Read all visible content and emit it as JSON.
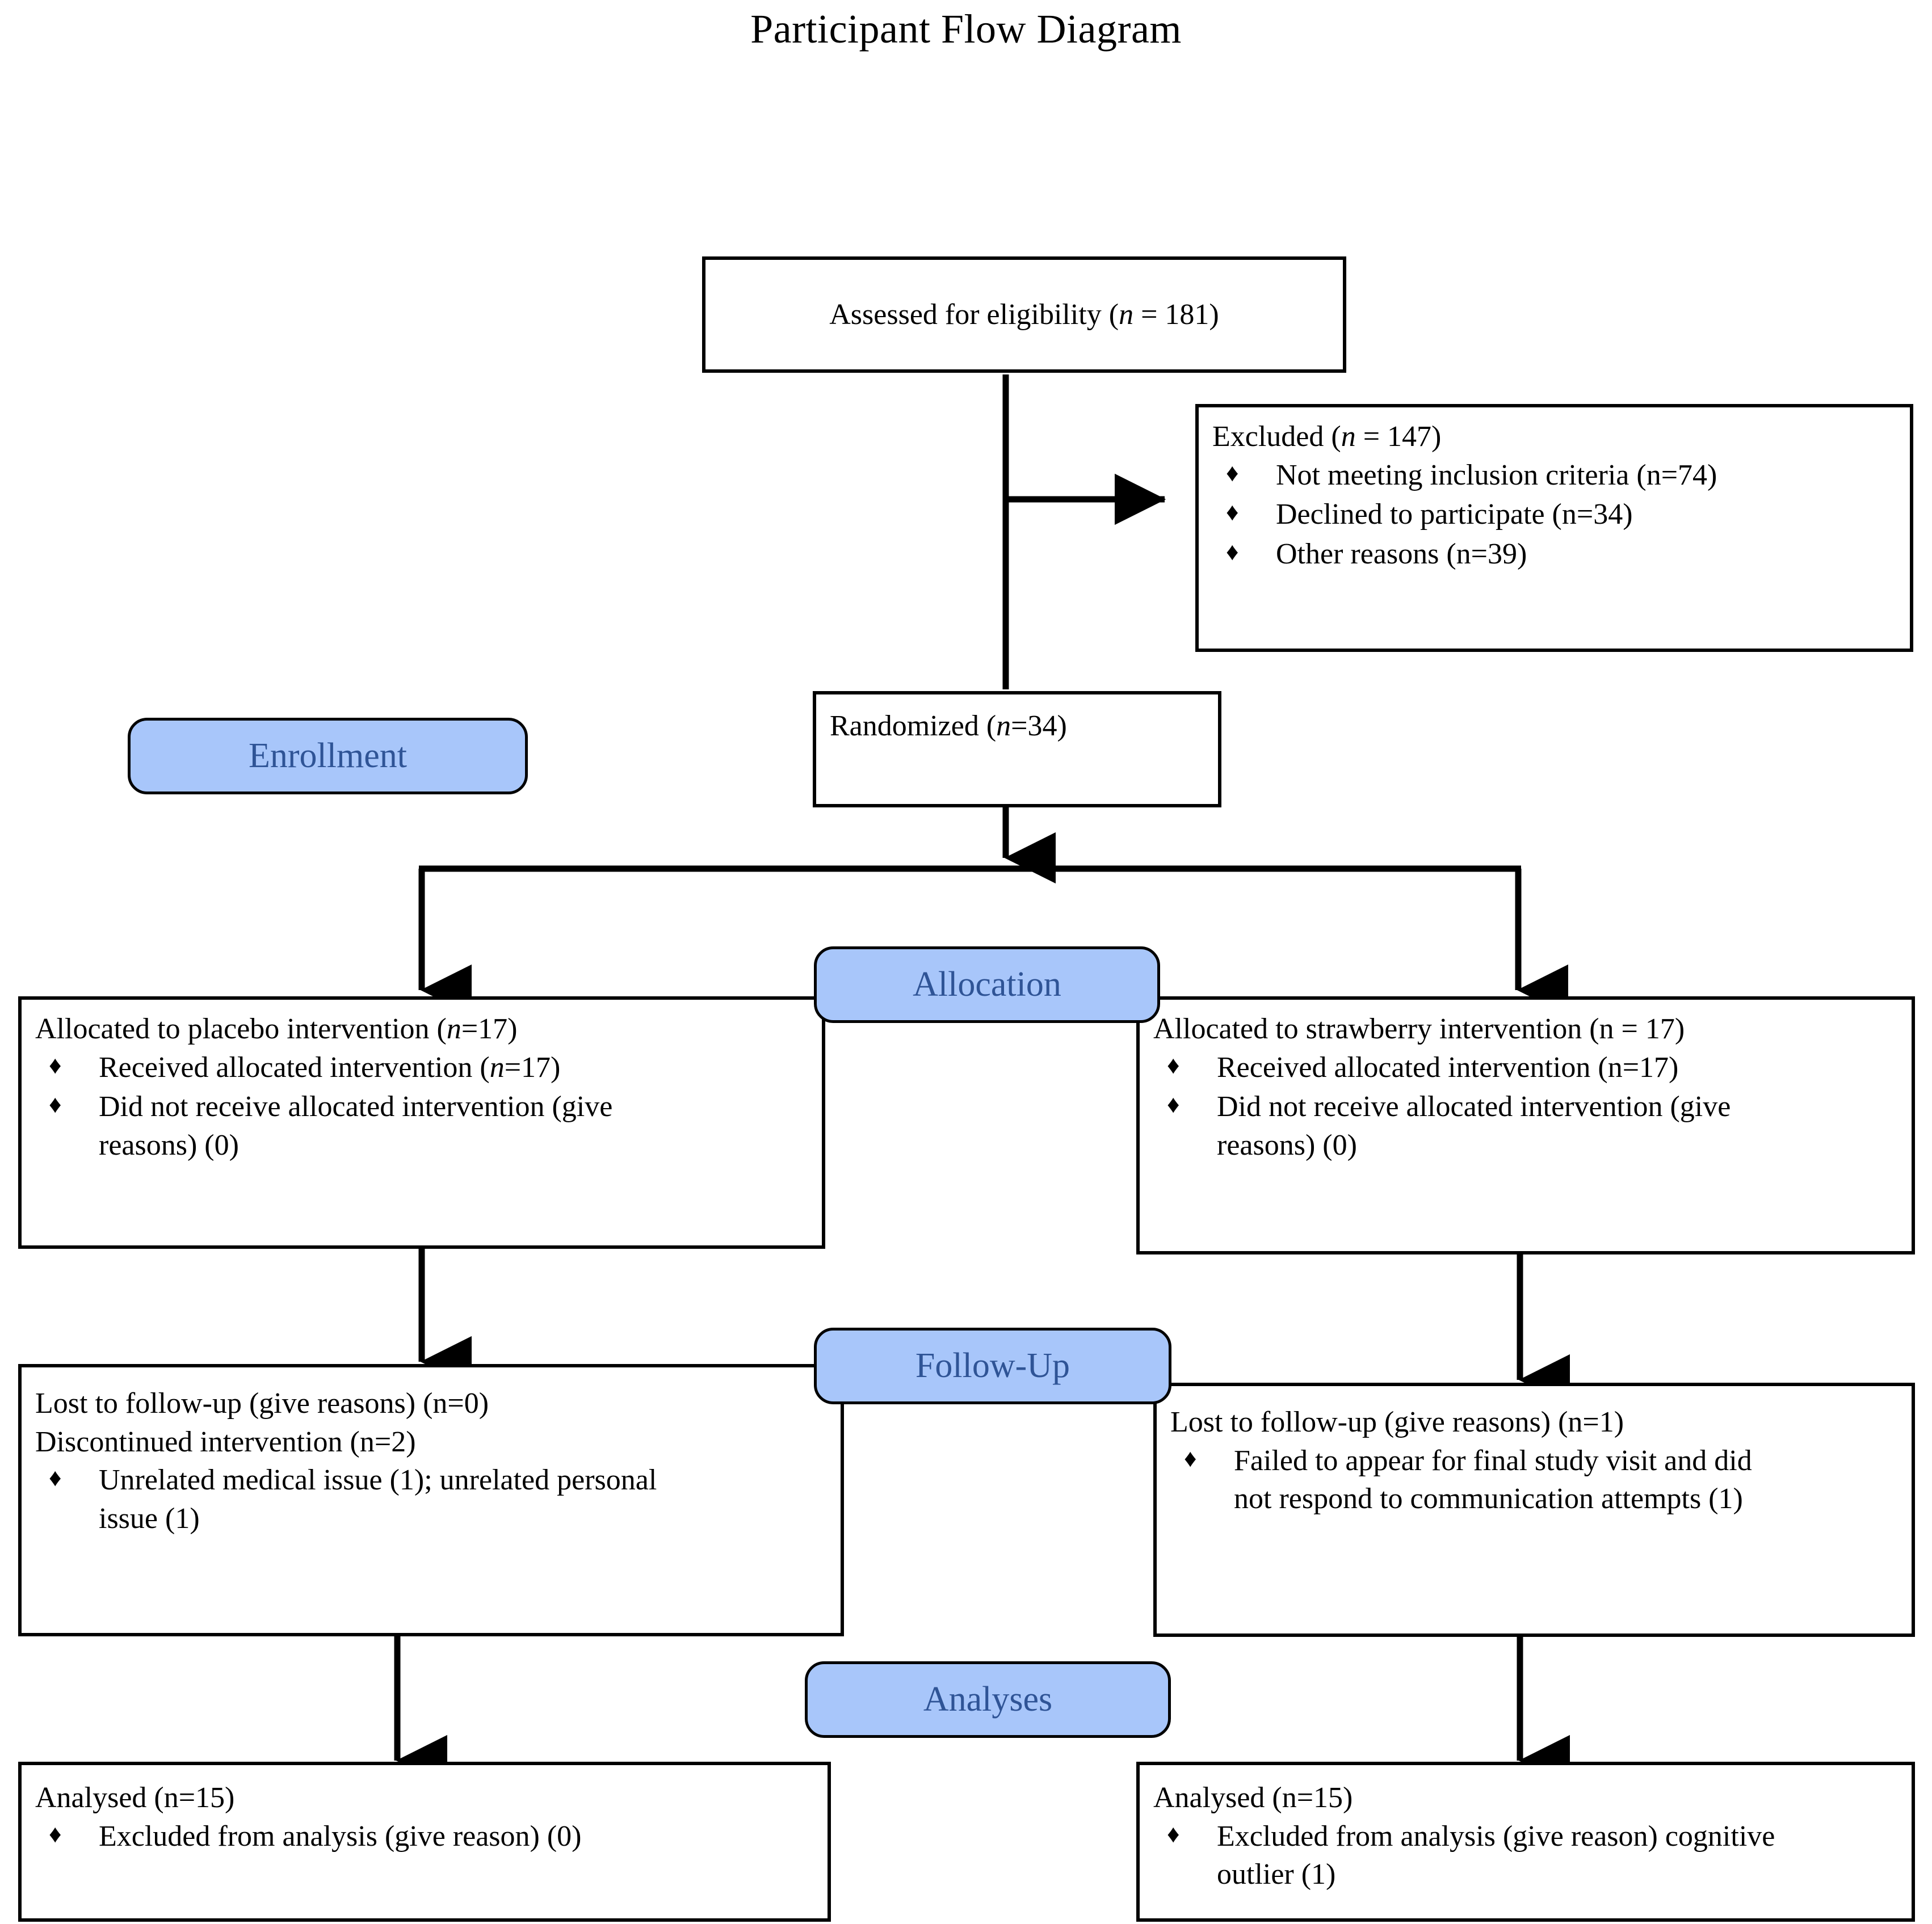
{
  "page": {
    "title": "Participant Flow Diagram",
    "bullet_glyph": "♦",
    "colors": {
      "badge_fill": "#a8c6fa",
      "badge_text": "#2f5496",
      "border": "#000000",
      "background": "#ffffff"
    }
  },
  "stages": {
    "enrollment": "Enrollment",
    "allocation": "Allocation",
    "followup": "Follow-Up",
    "analyses": "Analyses"
  },
  "nodes": {
    "eligibility": {
      "headline_pre": "Assessed for eligibility (",
      "headline_italic": "n",
      "headline_post": " = 181)"
    },
    "excluded": {
      "headline_pre": "Excluded (",
      "headline_italic": "n",
      "headline_post": " = 147)",
      "bullets": [
        "Not meeting inclusion criteria (n=74)",
        "Declined to participate (n=34)",
        "Other reasons (n=39)"
      ]
    },
    "randomized": {
      "headline_pre": "Randomized (",
      "headline_italic": "n",
      "headline_post": "=34)"
    },
    "allocated_placebo": {
      "headline_pre": "Allocated to placebo intervention (",
      "headline_italic": "n",
      "headline_post": "=17)",
      "bullets": [
        "Received allocated intervention (n=17)",
        "Did not receive allocated intervention (give reasons) (0)"
      ],
      "bullet1_pre": "Received allocated intervention (",
      "bullet1_italic": "n",
      "bullet1_post": "=17)",
      "bullet2_line1": "Did not receive allocated intervention (give",
      "bullet2_line2": "reasons) (0)"
    },
    "allocated_strawberry": {
      "headline": "Allocated to strawberry intervention (n = 17)",
      "bullet1": "Received allocated intervention (n=17)",
      "bullet2_line1": "Did not receive allocated intervention (give",
      "bullet2_line2": "reasons) (0)"
    },
    "followup_placebo": {
      "line1": "Lost to follow-up (give reasons) (n=0)",
      "line2": "Discontinued intervention (n=2)",
      "bullet1_line1": "Unrelated medical issue (1); unrelated personal",
      "bullet1_line2": "issue (1)"
    },
    "followup_strawberry": {
      "line1": "Lost to follow-up (give reasons) (n=1)",
      "bullet1_line1": "Failed to appear for final study visit and did",
      "bullet1_line2": "not respond to communication attempts (1)"
    },
    "analysed_placebo": {
      "headline": "Analysed (n=15)",
      "bullet1": "Excluded from analysis (give reason) (0)"
    },
    "analysed_strawberry": {
      "headline": "Analysed (n=15)",
      "bullet1_line1": "Excluded from analysis (give reason) cognitive",
      "bullet1_line2": "outlier (1)"
    }
  }
}
